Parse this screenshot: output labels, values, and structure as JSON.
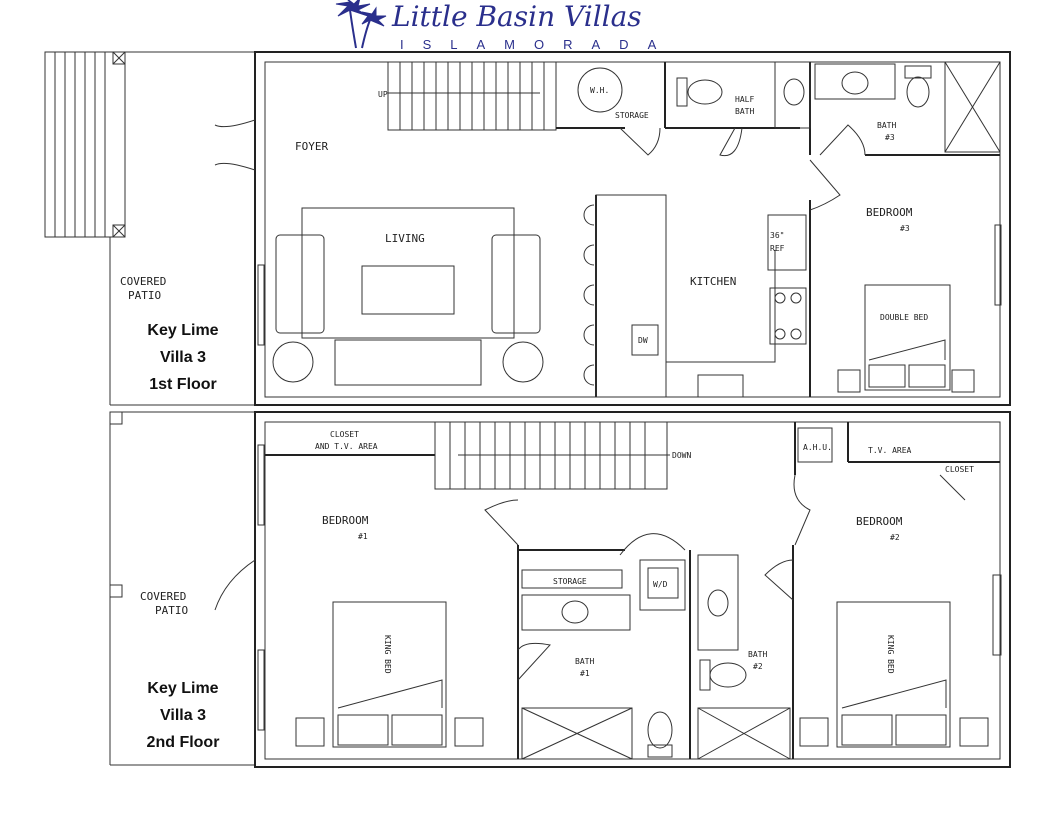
{
  "logo": {
    "title": "Little Basin Villas",
    "subtitle": "ISLAMORADA",
    "color": "#2a2f8c"
  },
  "floor1": {
    "caption": [
      "Key Lime",
      "Villa 3",
      "1st Floor"
    ],
    "rooms": {
      "up": "UP",
      "wh": "W.H.",
      "storage": "STORAGE",
      "half_bath": [
        "HALF",
        "BATH"
      ],
      "bath3": [
        "BATH",
        "#3"
      ],
      "foyer": "FOYER",
      "living": "LIVING",
      "kitchen": "KITCHEN",
      "ref": [
        "36\"",
        "REF"
      ],
      "dw": "DW",
      "bedroom3": [
        "BEDROOM",
        "#3"
      ],
      "double_bed": "DOUBLE BED",
      "covered_patio": [
        "COVERED",
        "PATIO"
      ]
    }
  },
  "floor2": {
    "caption": [
      "Key Lime",
      "Villa 3",
      "2nd Floor"
    ],
    "rooms": {
      "closet_tv": [
        "CLOSET",
        "AND T.V. AREA"
      ],
      "down": "DOWN",
      "ahu": "A.H.U.",
      "tv_area": "T.V. AREA",
      "closet": "CLOSET",
      "bedroom1": [
        "BEDROOM",
        "#1"
      ],
      "bedroom2": [
        "BEDROOM",
        "#2"
      ],
      "storage": "STORAGE",
      "wd": "W/D",
      "bath1": [
        "BATH",
        "#1"
      ],
      "bath2": [
        "BATH",
        "#2"
      ],
      "king_bed": "KING BED",
      "covered_patio": [
        "COVERED",
        "PATIO"
      ]
    }
  }
}
